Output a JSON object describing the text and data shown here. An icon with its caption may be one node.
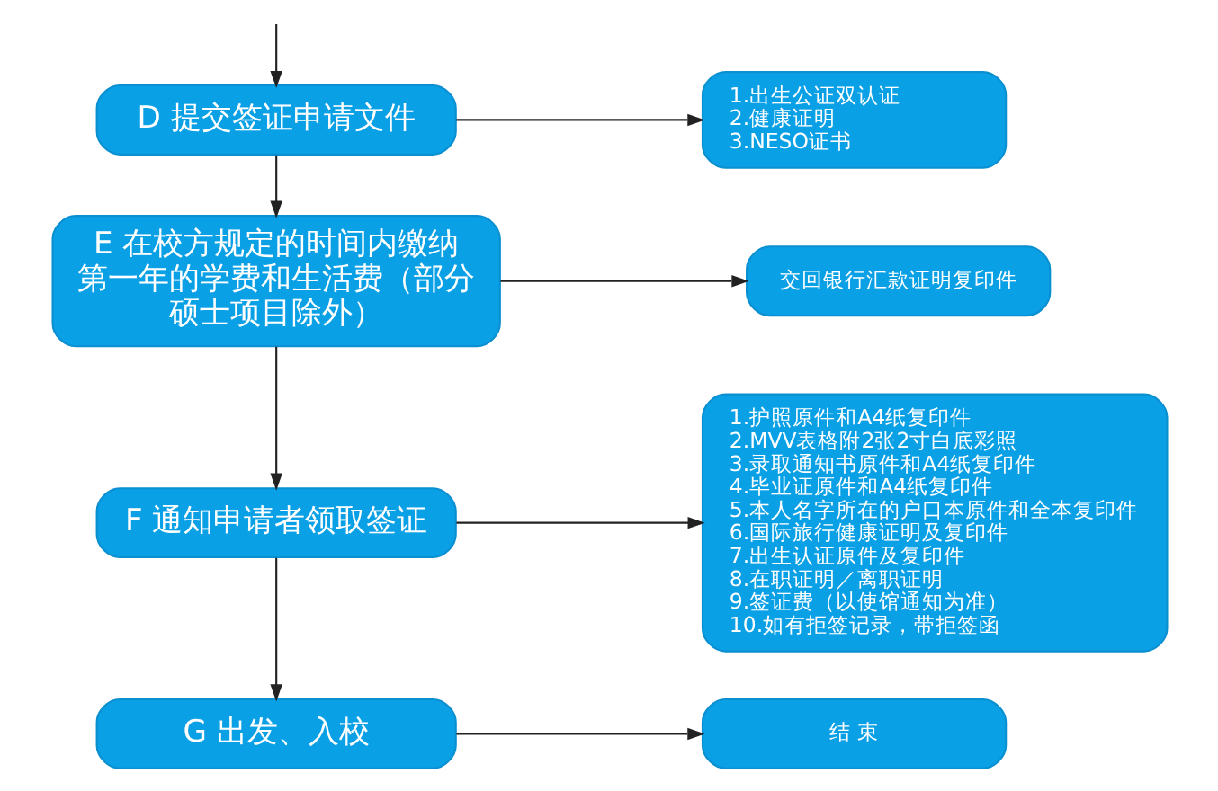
{
  "diagram": {
    "nodes": [
      {
        "text": [
          "D 提交签证申请文件"
        ]
      },
      {
        "text": [
          "1.出生公证双认证",
          "2.健康证明",
          "3.NESO证书"
        ]
      },
      {
        "text": [
          "E 在校方规定的时间内缴纳第一年的学费和生活费（部分硕士项目除外）"
        ]
      },
      {
        "text": [
          "交回银行汇款证明复印件"
        ]
      },
      {
        "text": [
          "F 通知申请者领取签证"
        ]
      },
      {
        "text": [
          "1.护照原件和A4纸复印件",
          "2.MVV表格附2张2寸白底彩照",
          "3.录取通知书原件和A4纸复印件",
          "4.毕业证原件和A4纸复印件",
          "5.本人名字所在的户口本原件和全本复印件",
          "6.国际旅行健康证明及复印件",
          "7.出生认证原件及复印件",
          "8.在职证明／离职证明",
          "9.签证费（以使馆通知为准）",
          "10.如有拒签记录，带拒签函"
        ]
      },
      {
        "text": [
          "G 出发、入校"
        ]
      },
      {
        "text": [
          "结 束"
        ]
      }
    ],
    "edges": [
      {
        "from": null,
        "to": 0,
        "arrow": "to"
      },
      {
        "from": 0,
        "to": 1,
        "arrow": "to"
      },
      {
        "from": 0,
        "to": 2,
        "arrow": "to"
      },
      {
        "from": 2,
        "to": 3,
        "arrow": "to"
      },
      {
        "from": 2,
        "to": 4,
        "arrow": "to"
      },
      {
        "from": 4,
        "to": 5,
        "arrow": "to"
      },
      {
        "from": 4,
        "to": 6,
        "arrow": "to"
      },
      {
        "from": 6,
        "to": 7,
        "arrow": "to"
      }
    ]
  }
}
